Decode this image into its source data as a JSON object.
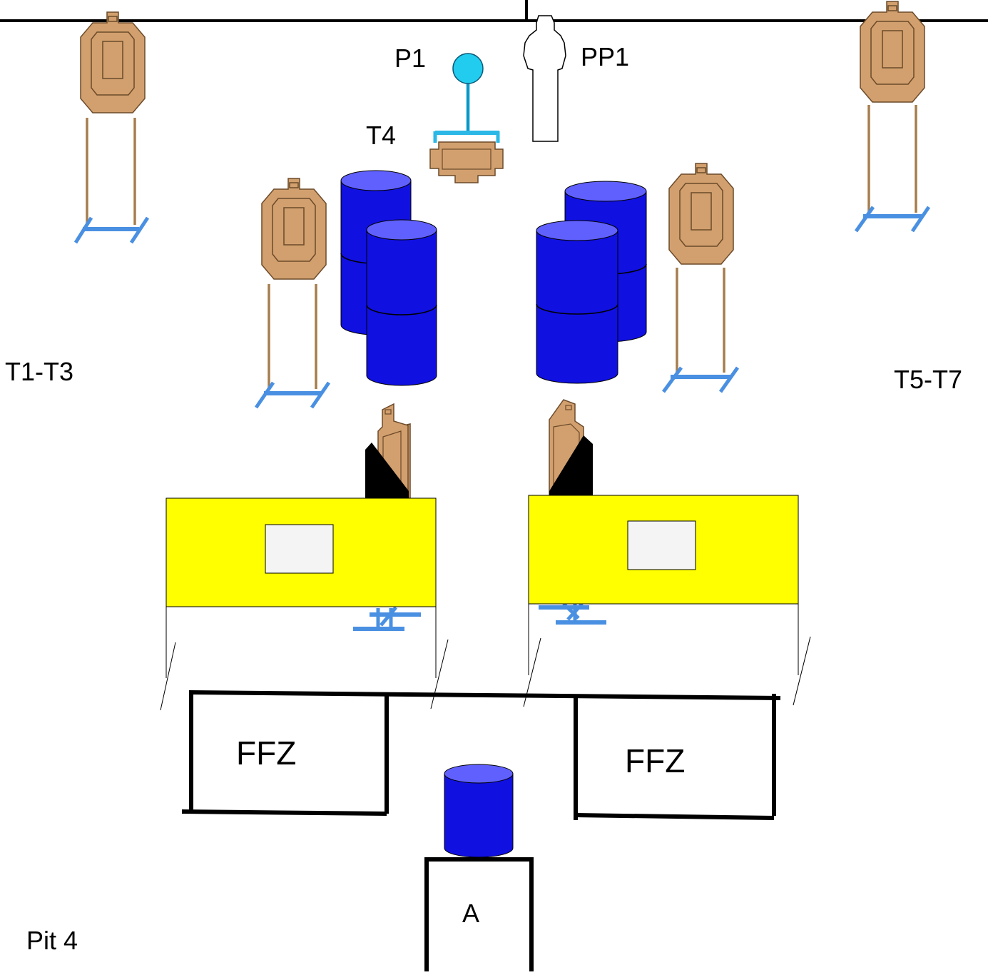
{
  "labels": {
    "p1": "P1",
    "pp1": "PP1",
    "t4": "T4",
    "t1_t3": "T1-T3",
    "t5_t7": "T5-T7",
    "ffz_left": "FFZ",
    "ffz_right": "FFZ",
    "a": "A",
    "pit": "Pit 4"
  },
  "colors": {
    "target_tan": "#D2A06E",
    "target_outline": "#6B4A2A",
    "stand_blue": "#4A90E2",
    "stand_dark": "#1F4E8C",
    "barrel_blue": "#1010E0",
    "barrel_top": "#6060FF",
    "popper_head": "#22CCEE",
    "wall_yellow": "#FFFF00",
    "panel_white": "#F4F4F4",
    "black": "#000000"
  },
  "icons": {
    "full_target": "ipsc-target-on-stand",
    "barrel_stack": "stacked-barrels",
    "popper": "pepper-popper",
    "no_shoot": "no-shoot-silhouette",
    "wall": "yellow-barricade-wall",
    "start_box": "start-position-box"
  }
}
